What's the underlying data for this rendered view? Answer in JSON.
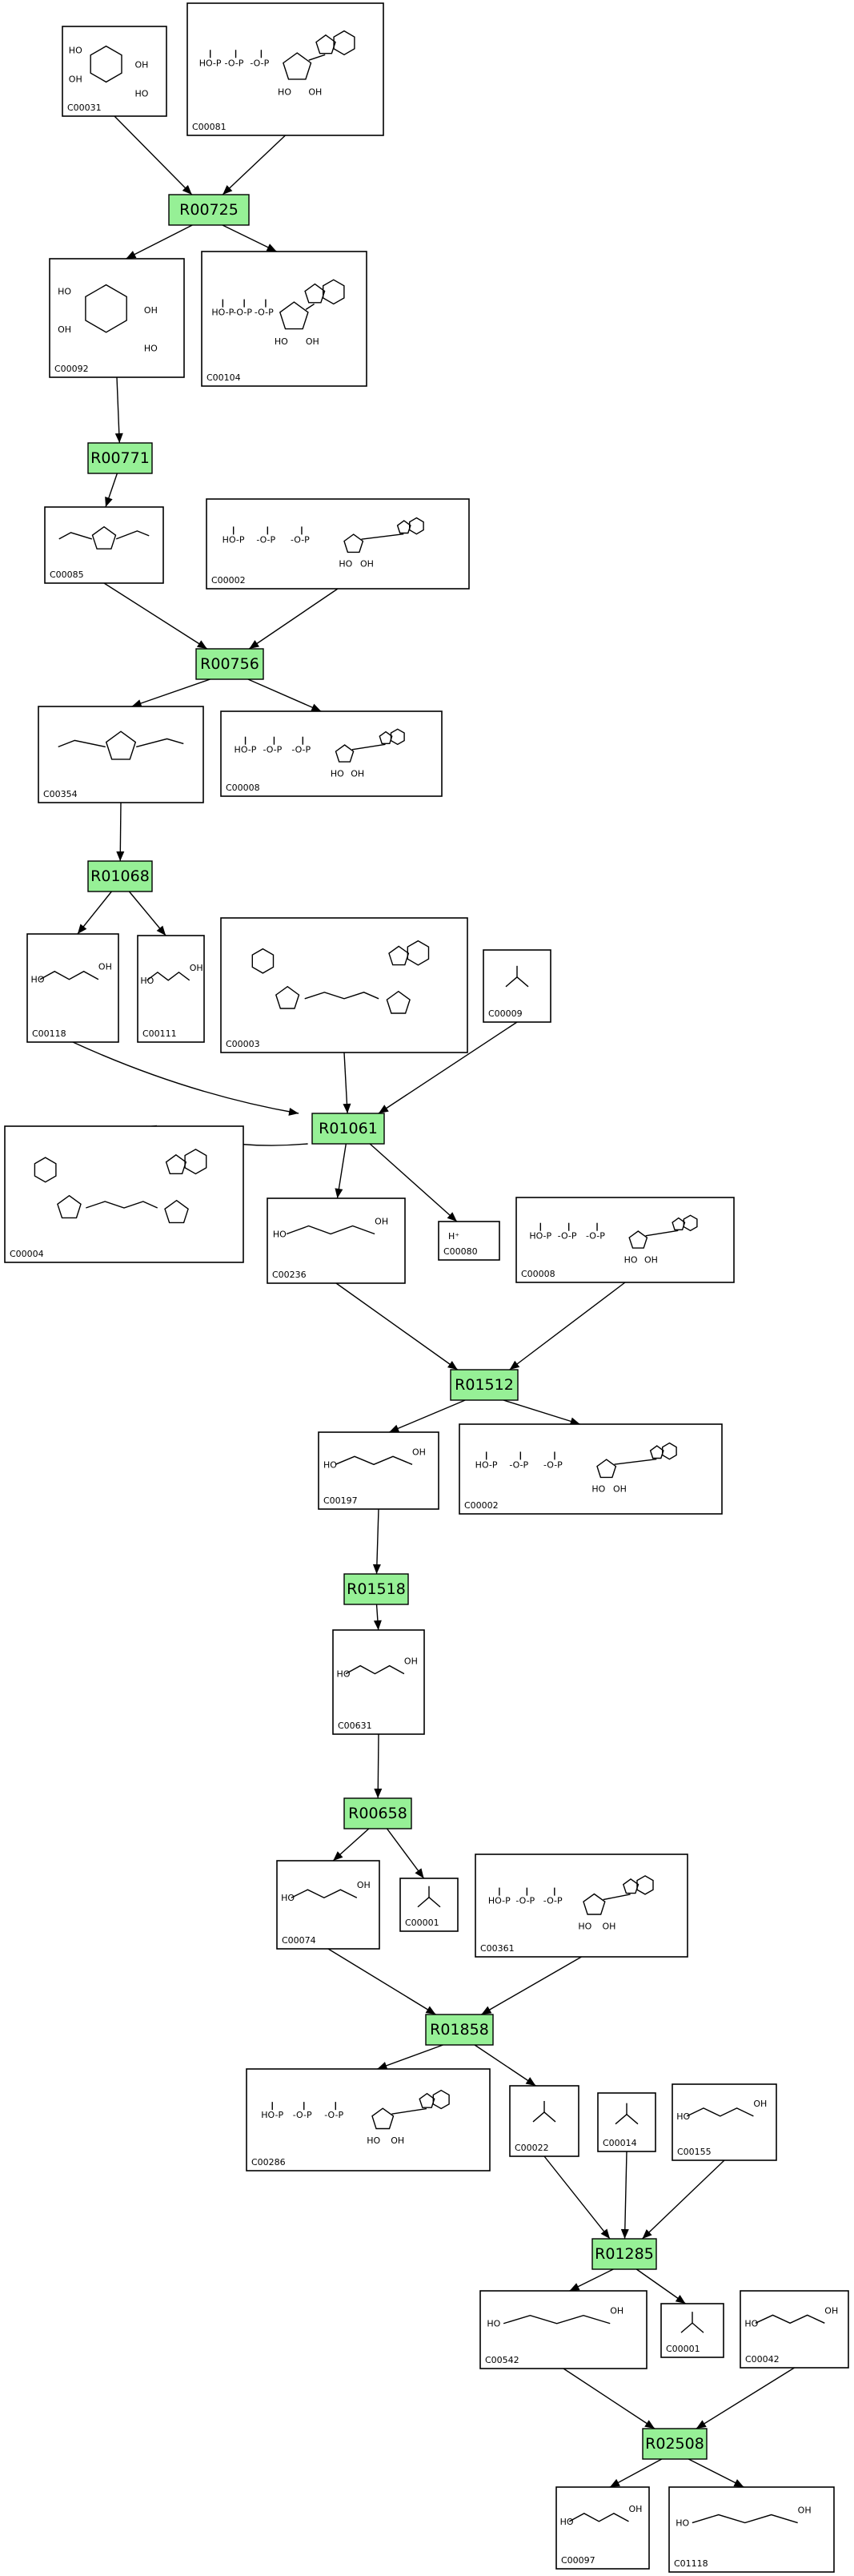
{
  "pathway": {
    "reactions": [
      {
        "id": "R00725"
      },
      {
        "id": "R00771"
      },
      {
        "id": "R00756"
      },
      {
        "id": "R01068"
      },
      {
        "id": "R01061"
      },
      {
        "id": "R01512"
      },
      {
        "id": "R01518"
      },
      {
        "id": "R00658"
      },
      {
        "id": "R01858"
      },
      {
        "id": "R01285"
      },
      {
        "id": "R02508"
      }
    ],
    "compounds": [
      {
        "id": "C00031"
      },
      {
        "id": "C00081"
      },
      {
        "id": "C00092"
      },
      {
        "id": "C00104"
      },
      {
        "id": "C00085"
      },
      {
        "id": "C00002"
      },
      {
        "id": "C00354"
      },
      {
        "id": "C00008"
      },
      {
        "id": "C00118"
      },
      {
        "id": "C00111"
      },
      {
        "id": "C00003"
      },
      {
        "id": "C00009"
      },
      {
        "id": "C00004"
      },
      {
        "id": "C00236"
      },
      {
        "id": "C00080",
        "label": "H⁺"
      },
      {
        "id": "C00008"
      },
      {
        "id": "C00197"
      },
      {
        "id": "C00002"
      },
      {
        "id": "C00631"
      },
      {
        "id": "C00074"
      },
      {
        "id": "C00001"
      },
      {
        "id": "C00361"
      },
      {
        "id": "C00286"
      },
      {
        "id": "C00022"
      },
      {
        "id": "C00014"
      },
      {
        "id": "C00155"
      },
      {
        "id": "C00542"
      },
      {
        "id": "C00001"
      },
      {
        "id": "C00042"
      },
      {
        "id": "C00097"
      },
      {
        "id": "C01118"
      }
    ]
  },
  "colors": {
    "reaction_fill": "#96f096",
    "line": "#000000",
    "background": "#ffffff"
  }
}
